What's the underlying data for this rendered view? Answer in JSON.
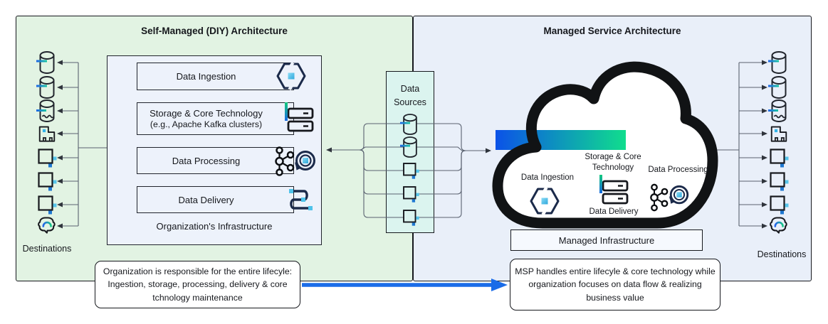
{
  "diy": {
    "title": "Self-Managed (DIY) Architecture",
    "components": [
      {
        "label": "Data Ingestion"
      },
      {
        "label": "Storage & Core Technology",
        "sublabel": "(e.g., Apache Kafka clusters)"
      },
      {
        "label": "Data Processing"
      },
      {
        "label": "Data Delivery"
      }
    ],
    "org_label": "Organization's Infrastructure",
    "destinations_label": "Destinations",
    "note": "Organization is responsible for the entire lifecyle: Ingestion, storage, processing, delivery & core tchnology maintenance"
  },
  "managed": {
    "title": "Managed Service Architecture",
    "cloud": {
      "ingestion": "Data Ingestion",
      "storage_line1": "Storage & Core",
      "storage_line2": "Technology",
      "delivery": "Data Delivery",
      "processing": "Data Processing"
    },
    "infra_label": "Managed Infrastructure",
    "destinations_label": "Destinations",
    "note": "MSP handles entire lifecyle & core technology while organization focuses on data flow & realizing business value"
  },
  "sources": {
    "label_line1": "Data",
    "label_line2": "Sources"
  },
  "destinations": {
    "items": [
      "database-icon",
      "database-icon",
      "data-lake-icon",
      "data-warehouse-icon",
      "application-icon",
      "application-icon",
      "application-icon",
      "ai-destination-icon"
    ]
  },
  "source_items": [
    "database-icon",
    "database-icon",
    "application-icon",
    "application-icon",
    "application-icon"
  ],
  "colors": {
    "diy_bg": "#e2f3e3",
    "managed_bg": "#e9eff9",
    "sources_bg": "#dbf4ef",
    "box_bg": "#edf2fb",
    "flow_arrow_blue": "#1a6ce8",
    "gradient_start": "#0b52e8",
    "gradient_end": "#10dd8d",
    "accent_cyan": "#56c4e9",
    "wire": "#5a6270"
  }
}
